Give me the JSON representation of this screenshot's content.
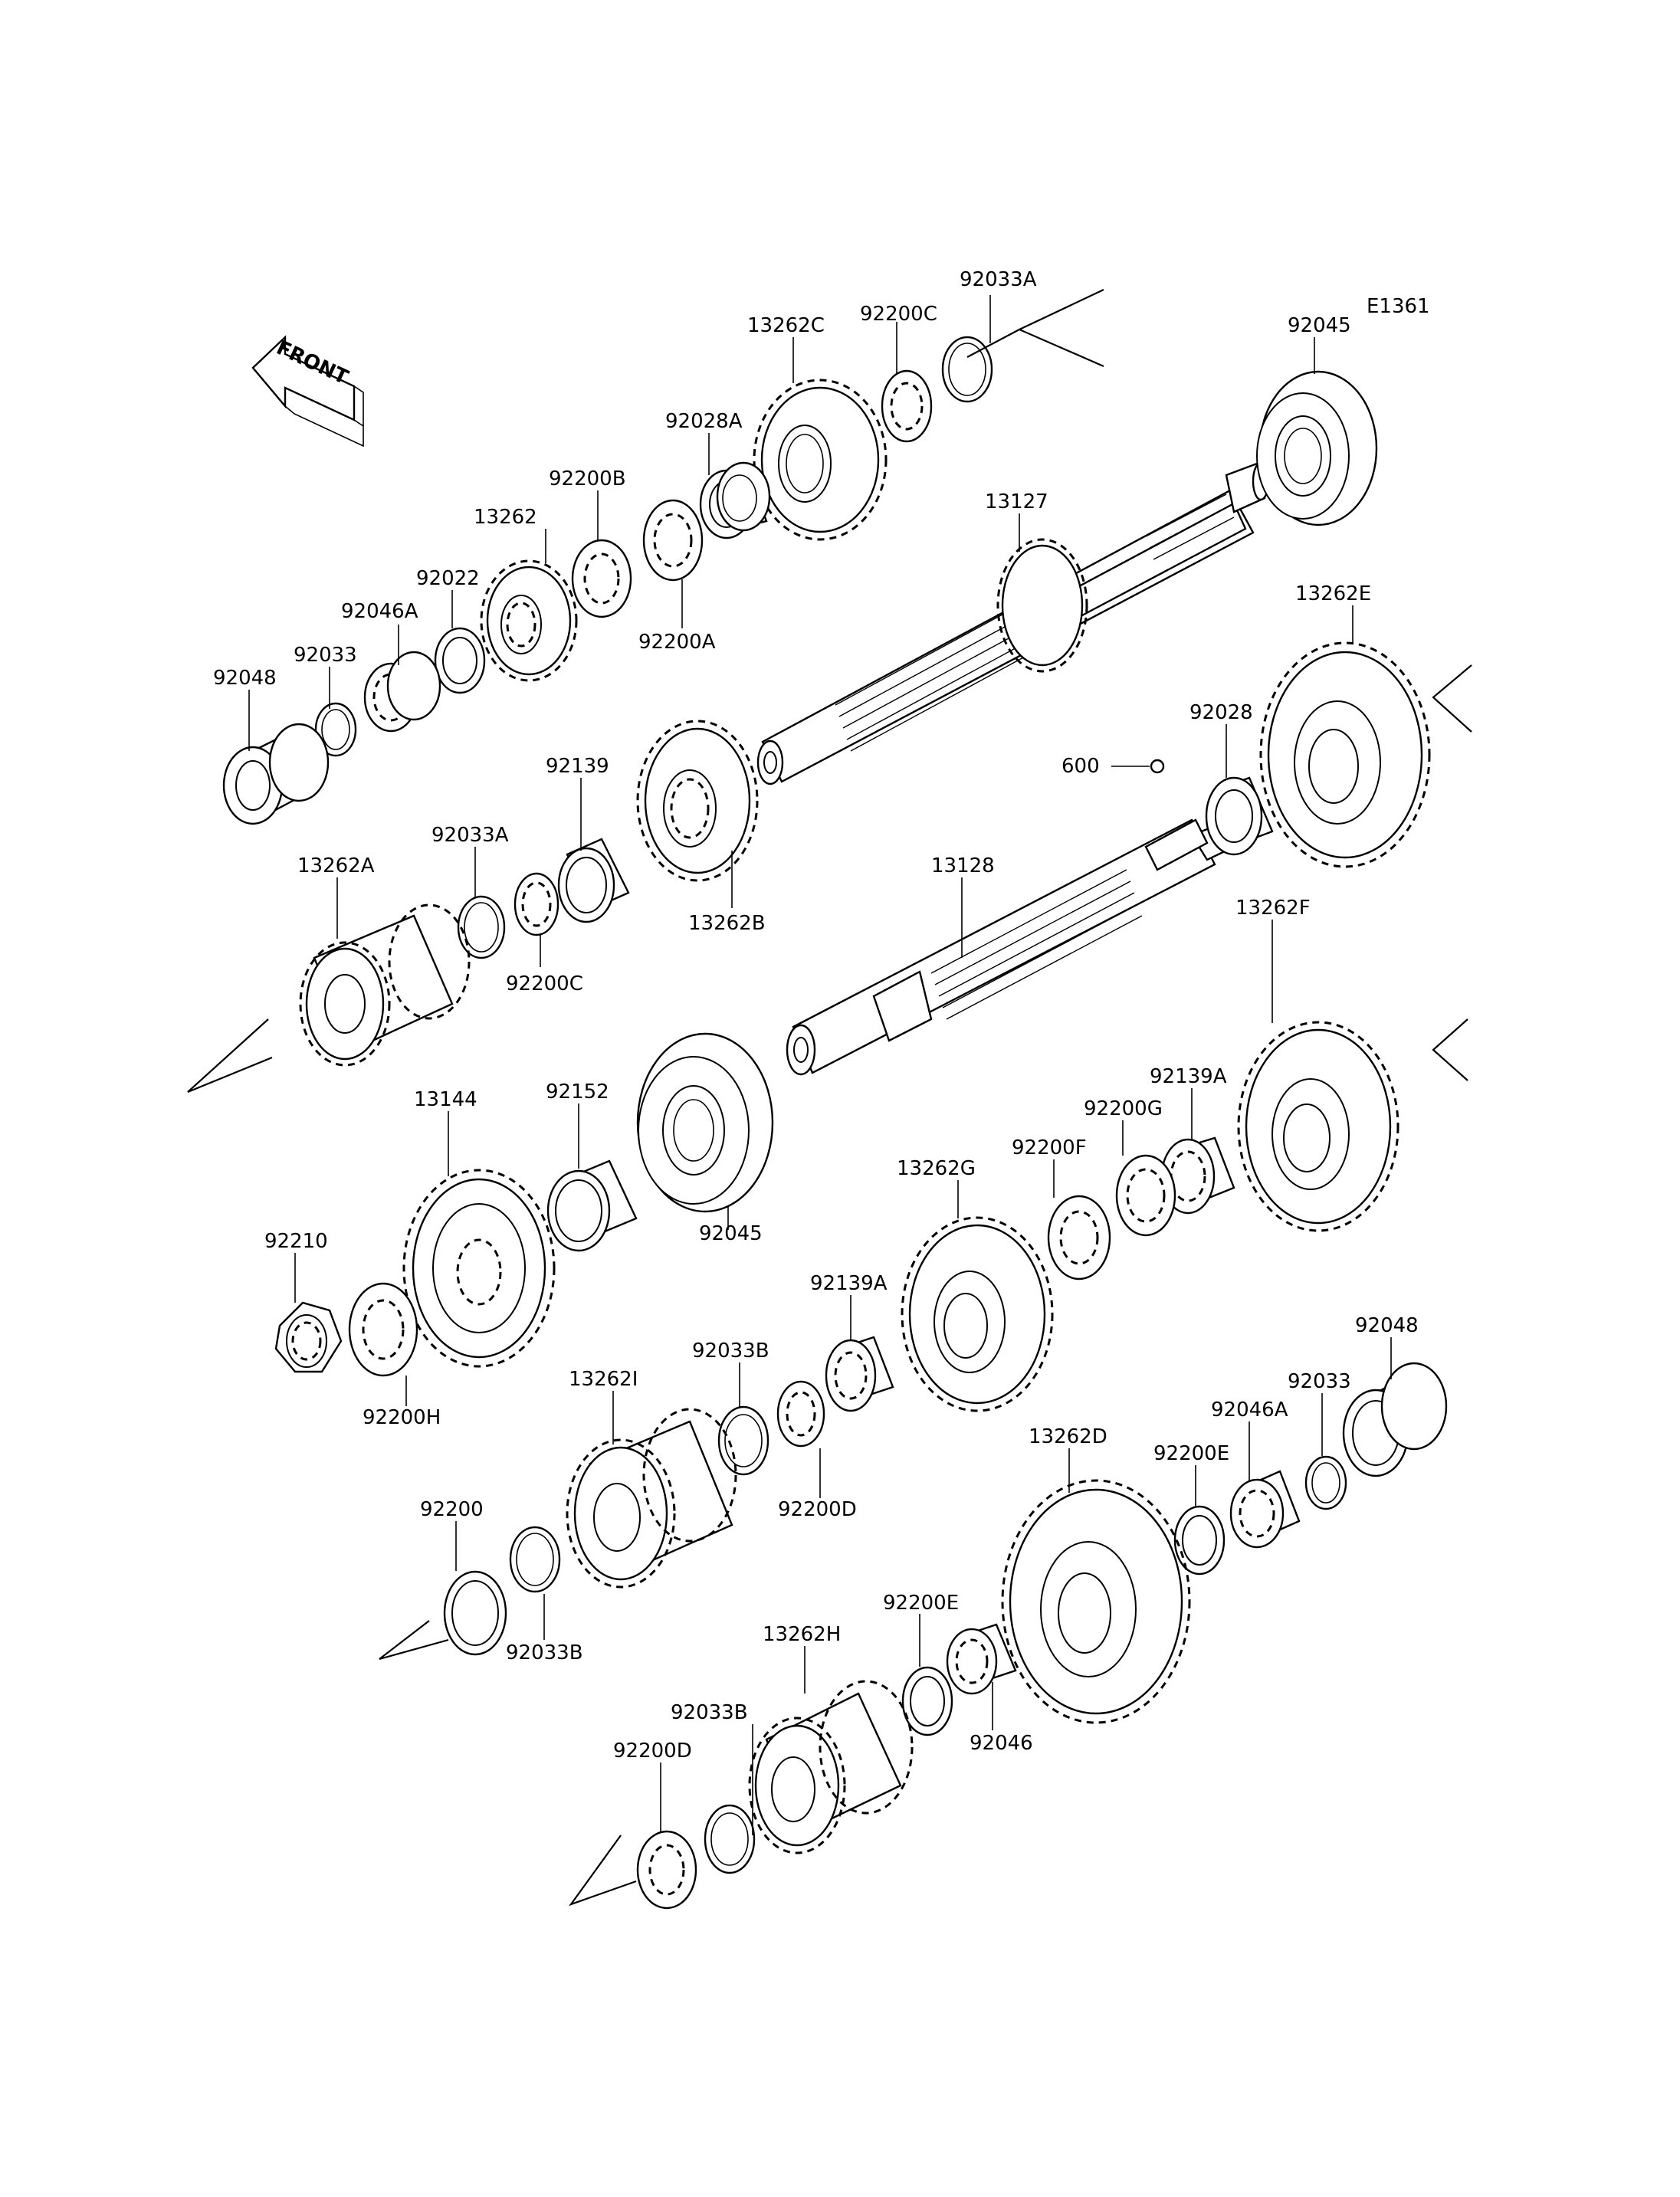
{
  "diagram": {
    "code": "E1361",
    "front_label": "FRONT",
    "labels": [
      {
        "key": "l_92033A_top",
        "text": "92033A"
      },
      {
        "key": "l_92200C_top",
        "text": "92200C"
      },
      {
        "key": "l_13262C",
        "text": "13262C"
      },
      {
        "key": "l_92045_top",
        "text": "92045"
      },
      {
        "key": "l_92028A",
        "text": "92028A"
      },
      {
        "key": "l_92200B",
        "text": "92200B"
      },
      {
        "key": "l_13262",
        "text": "13262"
      },
      {
        "key": "l_13127",
        "text": "13127"
      },
      {
        "key": "l_92022",
        "text": "92022"
      },
      {
        "key": "l_92046A_top",
        "text": "92046A"
      },
      {
        "key": "l_92200A",
        "text": "92200A"
      },
      {
        "key": "l_13262E",
        "text": "13262E"
      },
      {
        "key": "l_92033_top",
        "text": "92033"
      },
      {
        "key": "l_92048_top",
        "text": "92048"
      },
      {
        "key": "l_92028",
        "text": "92028"
      },
      {
        "key": "l_92139",
        "text": "92139"
      },
      {
        "key": "l_600",
        "text": "600"
      },
      {
        "key": "l_92033A_mid",
        "text": "92033A"
      },
      {
        "key": "l_13262B",
        "text": "13262B"
      },
      {
        "key": "l_13262A",
        "text": "13262A"
      },
      {
        "key": "l_13128",
        "text": "13128"
      },
      {
        "key": "l_92200C_mid",
        "text": "92200C"
      },
      {
        "key": "l_13262F",
        "text": "13262F"
      },
      {
        "key": "l_92152",
        "text": "92152"
      },
      {
        "key": "l_13144",
        "text": "13144"
      },
      {
        "key": "l_92139A_right",
        "text": "92139A"
      },
      {
        "key": "l_92200G",
        "text": "92200G"
      },
      {
        "key": "l_92200F",
        "text": "92200F"
      },
      {
        "key": "l_13262G",
        "text": "13262G"
      },
      {
        "key": "l_92045_mid",
        "text": "92045"
      },
      {
        "key": "l_92210",
        "text": "92210"
      },
      {
        "key": "l_92139A_mid",
        "text": "92139A"
      },
      {
        "key": "l_92048_low",
        "text": "92048"
      },
      {
        "key": "l_92200H",
        "text": "92200H"
      },
      {
        "key": "l_92033B_a",
        "text": "92033B"
      },
      {
        "key": "l_13262I",
        "text": "13262I"
      },
      {
        "key": "l_92033_low",
        "text": "92033"
      },
      {
        "key": "l_92046A_low",
        "text": "92046A"
      },
      {
        "key": "l_13262D",
        "text": "13262D"
      },
      {
        "key": "l_92200E_right",
        "text": "92200E"
      },
      {
        "key": "l_92200D_mid",
        "text": "92200D"
      },
      {
        "key": "l_92200",
        "text": "92200"
      },
      {
        "key": "l_92033B_b",
        "text": "92033B"
      },
      {
        "key": "l_92200E_low",
        "text": "92200E"
      },
      {
        "key": "l_13262H",
        "text": "13262H"
      },
      {
        "key": "l_92033B_c",
        "text": "92033B"
      },
      {
        "key": "l_92046",
        "text": "92046"
      },
      {
        "key": "l_92200D_low",
        "text": "92200D"
      }
    ]
  }
}
